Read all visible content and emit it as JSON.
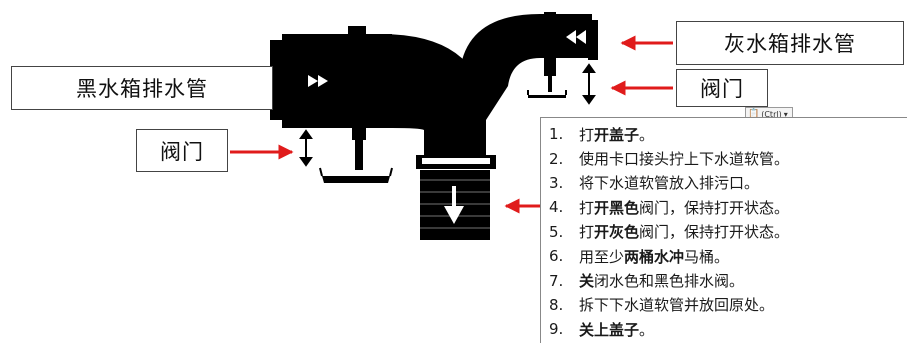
{
  "labels": {
    "black_water_drain": "黑水箱排水管",
    "grey_water_drain": "灰水箱排水管",
    "valve_left": "阀门",
    "valve_right": "阀门"
  },
  "paste_options": {
    "label": "(Ctrl)",
    "icon": "clipboard-icon"
  },
  "steps": [
    {
      "num": "1.",
      "parts": [
        {
          "t": "打",
          "b": false
        },
        {
          "t": "开盖子",
          "b": true
        },
        {
          "t": "。",
          "b": false
        }
      ]
    },
    {
      "num": "2.",
      "parts": [
        {
          "t": "使用卡口接头拧上下水道软管。",
          "b": false
        }
      ]
    },
    {
      "num": "3.",
      "parts": [
        {
          "t": "将下水道软管放入排污口。",
          "b": false
        }
      ]
    },
    {
      "num": "4.",
      "parts": [
        {
          "t": "打",
          "b": false
        },
        {
          "t": "开黑色",
          "b": true
        },
        {
          "t": "阀门，保持打开状态。",
          "b": false
        }
      ]
    },
    {
      "num": "5.",
      "parts": [
        {
          "t": "打",
          "b": false
        },
        {
          "t": "开灰色",
          "b": true
        },
        {
          "t": "阀门，保持打开状态。",
          "b": false
        }
      ]
    },
    {
      "num": "6.",
      "parts": [
        {
          "t": "用至少",
          "b": false
        },
        {
          "t": "两桶水冲",
          "b": true
        },
        {
          "t": "马桶。",
          "b": false
        }
      ]
    },
    {
      "num": "7.",
      "parts": [
        {
          "t": "关",
          "b": true
        },
        {
          "t": "闭水色和黑色排水阀。",
          "b": false
        }
      ]
    },
    {
      "num": "8.",
      "parts": [
        {
          "t": "拆下下水道软管并放回原处。",
          "b": false
        }
      ]
    },
    {
      "num": "9.",
      "parts": [
        {
          "t": "关上盖子",
          "b": true
        },
        {
          "t": "。",
          "b": false
        }
      ]
    }
  ],
  "colors": {
    "pipe": "#000000",
    "arrow_red": "#e01b1b",
    "flow_arrow": "#ffffff"
  }
}
